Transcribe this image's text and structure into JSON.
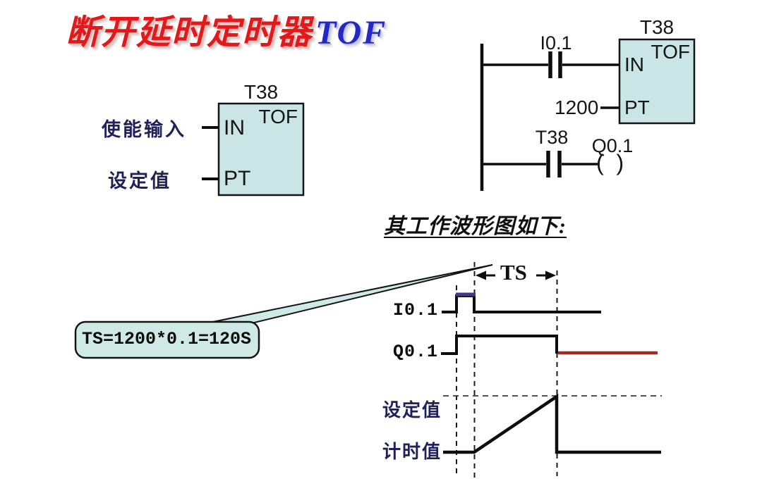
{
  "title": {
    "zh": "断开延时定时器",
    "en": "TOF"
  },
  "block": {
    "timer": "T38",
    "type": "TOF",
    "in": "IN",
    "pt": "PT",
    "enable_label": "使能输入",
    "preset_label": "设定值"
  },
  "ladder": {
    "input_contact": "I0.1",
    "timer": "T38",
    "type": "TOF",
    "in": "IN",
    "pt": "PT",
    "preset": "1200",
    "timer_contact": "T38",
    "output_coil": "Q0.1",
    "coil_symbol": "(  )"
  },
  "waveform": {
    "heading": "其工作波形图如下:",
    "interval": "TS",
    "callout": "TS=1200*0.1=120S",
    "input_label": "I0.1",
    "output_label": "Q0.1",
    "preset_label": "设定值",
    "count_label": "计时值",
    "rows": [
      {
        "label": "I0.1",
        "type": "digital",
        "description": "short high pulse between first and second dashed markers"
      },
      {
        "label": "Q0.1",
        "type": "digital",
        "description": "high from I0.1 rising edge, stays high TS after I0.1 falls, then low (red segment)"
      },
      {
        "label": "设定值",
        "type": "level",
        "description": "dashed horizontal preset level"
      },
      {
        "label": "计时值",
        "type": "ramp",
        "description": "ramps up from I0.1 falling edge, resets to zero when it reaches preset"
      }
    ]
  },
  "colors": {
    "title_red": "#e2181a",
    "title_blue": "#2329c5",
    "navy_label": "#20205a",
    "box_fill": "#c9e5e6",
    "callout_fill": "#cfe9e4",
    "line_black": "#0d0d0d",
    "off_segment_red": "#a32b26",
    "pulse_top_purple": "#413a8c"
  }
}
